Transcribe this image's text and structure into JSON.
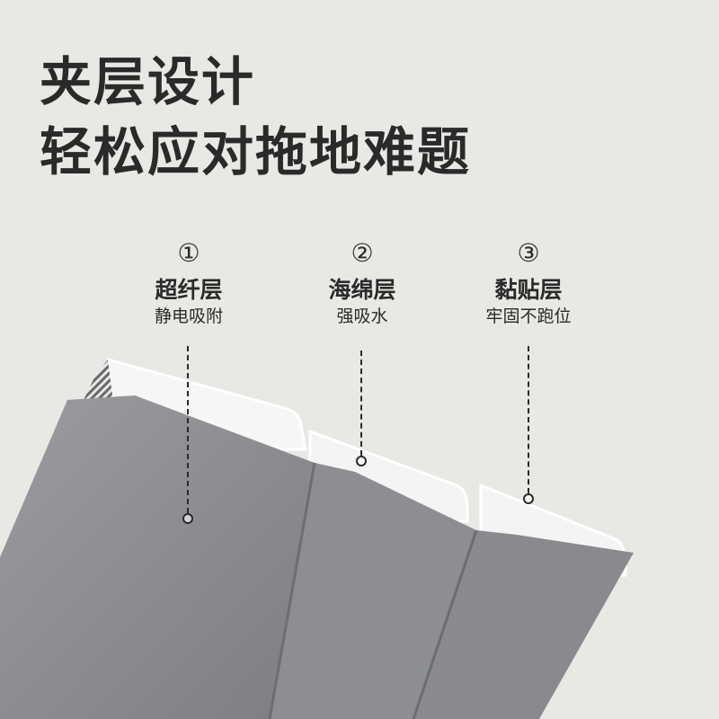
{
  "headline": {
    "line1": "夹层设计",
    "line2": "轻松应对拖地难题"
  },
  "layers": [
    {
      "number": "①",
      "name": "超纤层",
      "description": "静电吸附"
    },
    {
      "number": "②",
      "name": "海绵层",
      "description": "强吸水"
    },
    {
      "number": "③",
      "name": "黏贴层",
      "description": "牢固不跑位"
    }
  ],
  "colors": {
    "background": "#e9e8e4",
    "text": "#2a2a2a",
    "fabric": "#8a8c8f",
    "base": "#f4f4f4"
  }
}
